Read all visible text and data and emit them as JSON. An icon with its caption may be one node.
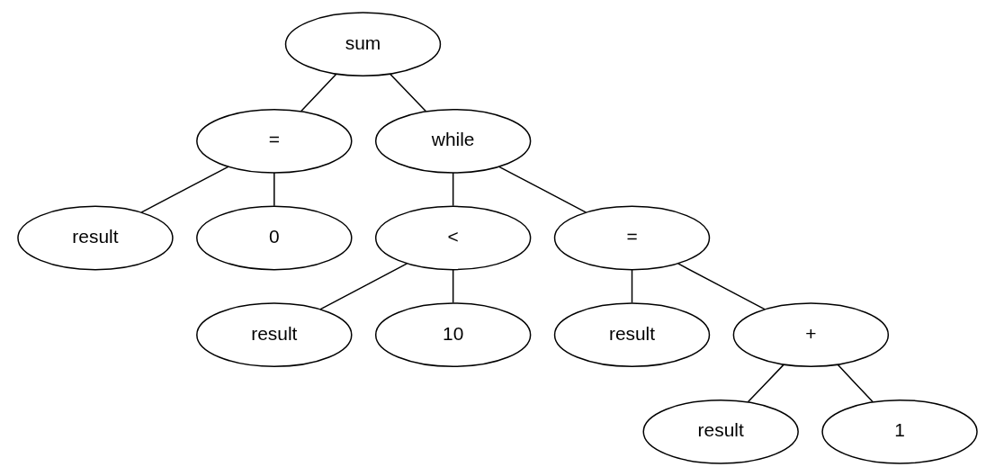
{
  "diagram": {
    "nodes": [
      {
        "text": [
          "sum"
        ]
      },
      {
        "text": [
          "="
        ]
      },
      {
        "text": [
          "while"
        ]
      },
      {
        "text": [
          "result"
        ]
      },
      {
        "text": [
          "0"
        ]
      },
      {
        "text": [
          "<"
        ]
      },
      {
        "text": [
          "="
        ]
      },
      {
        "text": [
          "result"
        ]
      },
      {
        "text": [
          "10"
        ]
      },
      {
        "text": [
          "result"
        ]
      },
      {
        "text": [
          "+"
        ]
      },
      {
        "text": [
          "result"
        ]
      },
      {
        "text": [
          "1"
        ]
      }
    ],
    "edges": [
      {
        "from": 0,
        "to": 1,
        "arrow": "none"
      },
      {
        "from": 0,
        "to": 2,
        "arrow": "none"
      },
      {
        "from": 1,
        "to": 3,
        "arrow": "none"
      },
      {
        "from": 1,
        "to": 4,
        "arrow": "none"
      },
      {
        "from": 2,
        "to": 5,
        "arrow": "none"
      },
      {
        "from": 2,
        "to": 6,
        "arrow": "none"
      },
      {
        "from": 5,
        "to": 7,
        "arrow": "none"
      },
      {
        "from": 5,
        "to": 8,
        "arrow": "none"
      },
      {
        "from": 6,
        "to": 9,
        "arrow": "none"
      },
      {
        "from": 6,
        "to": 10,
        "arrow": "none"
      },
      {
        "from": 10,
        "to": 11,
        "arrow": "none"
      },
      {
        "from": 10,
        "to": 12,
        "arrow": "none"
      }
    ]
  }
}
